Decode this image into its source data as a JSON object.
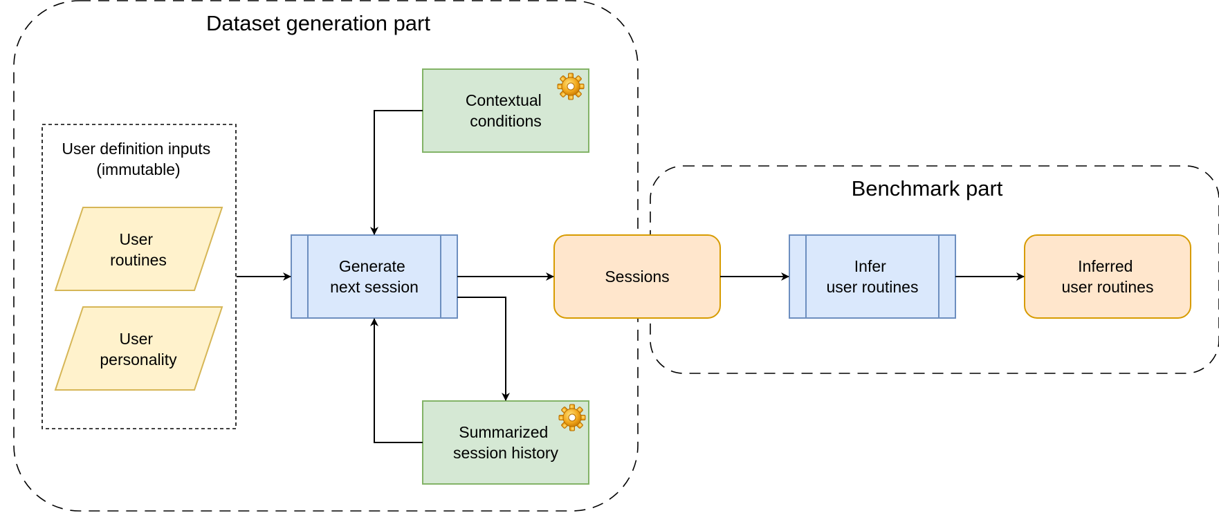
{
  "groups": {
    "dataset": {
      "title": "Dataset generation part"
    },
    "benchmark": {
      "title": "Benchmark part"
    },
    "inputs": {
      "title_line1": "User definition inputs",
      "title_line2": "(immutable)"
    }
  },
  "nodes": {
    "user_routines": {
      "line1": "User",
      "line2": "routines"
    },
    "user_personality": {
      "line1": "User",
      "line2": "personality"
    },
    "generate_next_session": {
      "line1": "Generate",
      "line2": "next session"
    },
    "contextual_conditions": {
      "line1": "Contextual",
      "line2": "conditions"
    },
    "summarized_history": {
      "line1": "Summarized",
      "line2": "session history"
    },
    "sessions": {
      "line1": "Sessions"
    },
    "infer_user_routines": {
      "line1": "Infer",
      "line2": "user routines"
    },
    "inferred_user_routines": {
      "line1": "Inferred",
      "line2": "user routines"
    }
  },
  "colors": {
    "yellow_fill": "#fff2cc",
    "yellow_stroke": "#d6b656",
    "blue_fill": "#dae8fc",
    "blue_stroke": "#6c8ebf",
    "green_fill": "#d5e8d4",
    "green_stroke": "#82b366",
    "orange_fill": "#ffe6cc",
    "orange_stroke": "#d79b00"
  },
  "icons": {
    "contextual_conditions": "gear-icon",
    "summarized_history": "gear-icon"
  }
}
